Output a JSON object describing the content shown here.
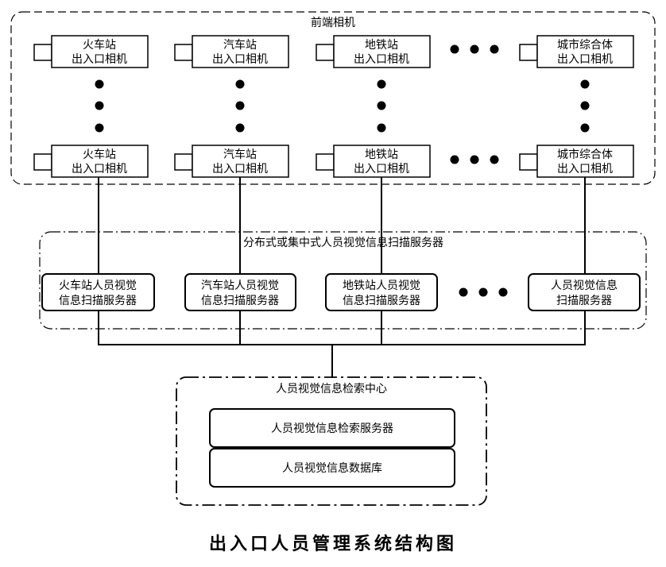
{
  "groups": {
    "front_cameras": "前端相机",
    "servers": "分布式或集中式人员视觉信息扫描服务器",
    "center": "人员视觉信息检索中心"
  },
  "cameras_top": [
    {
      "line1": "火车站",
      "line2": "出入口相机"
    },
    {
      "line1": "汽车站",
      "line2": "出入口相机"
    },
    {
      "line1": "地铁站",
      "line2": "出入口相机"
    },
    {
      "line1": "城市综合体",
      "line2": "出入口相机"
    }
  ],
  "cameras_bottom": [
    {
      "line1": "火车站",
      "line2": "出入口相机"
    },
    {
      "line1": "汽车站",
      "line2": "出入口相机"
    },
    {
      "line1": "地铁站",
      "line2": "出入口相机"
    },
    {
      "line1": "城市综合体",
      "line2": "出入口相机"
    }
  ],
  "servers": [
    {
      "line1": "火车站人员视觉",
      "line2": "信息扫描服务器"
    },
    {
      "line1": "汽车站人员视觉",
      "line2": "信息扫描服务器"
    },
    {
      "line1": "地铁站人员视觉",
      "line2": "信息扫描服务器"
    },
    {
      "line1": "人员视觉信息",
      "line2": "扫描服务器"
    }
  ],
  "center_boxes": [
    "人员视觉信息检索服务器",
    "人员视觉信息数据库"
  ],
  "caption": "出入口人员管理系统结构图"
}
